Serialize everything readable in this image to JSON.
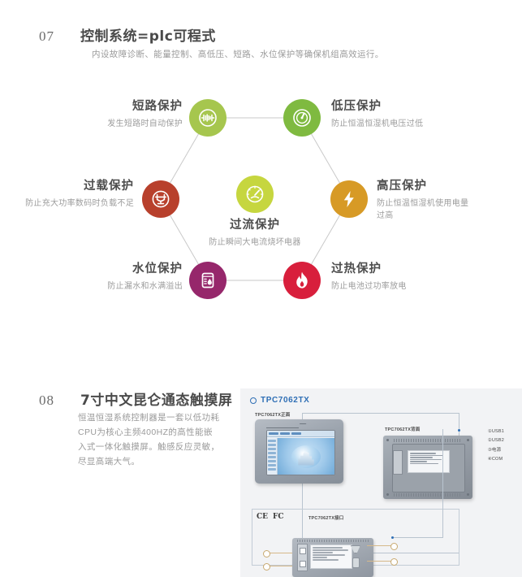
{
  "section07": {
    "number": "07",
    "title": "控制系统=plc可程式",
    "subtitle": "内设故障诊断、能量控制、高低压、短路、水位保护等确保机组高效运行。"
  },
  "diagram": {
    "center": {
      "title": "过流保护",
      "desc": "防止瞬间大电流烧坏电器",
      "color": "#c6d63f",
      "icon": "gauge-icon"
    },
    "nodes": [
      {
        "id": "short-circuit",
        "title": "短路保护",
        "desc": "发生短路时自动保护",
        "color": "#a6c64e",
        "icon": "pulse-icon"
      },
      {
        "id": "low-voltage",
        "title": "低压保护",
        "desc": "防止恒温恒湿机电压过低",
        "color": "#7fba40",
        "icon": "meter-icon"
      },
      {
        "id": "high-voltage",
        "title": "高压保护",
        "desc": "防止恒温恒湿机使用电量过高",
        "color": "#d79a26",
        "icon": "bolt-icon"
      },
      {
        "id": "overheat",
        "title": "过热保护",
        "desc": "防止电池过功率放电",
        "color": "#d81f3c",
        "icon": "flame-icon"
      },
      {
        "id": "water-level",
        "title": "水位保护",
        "desc": "防止漏水和水满溢出",
        "color": "#96276b",
        "icon": "tank-icon"
      },
      {
        "id": "overload",
        "title": "过载保护",
        "desc": "防止充大功率数码时负载不足",
        "color": "#b8402c",
        "icon": "overload-icon"
      }
    ]
  },
  "section08": {
    "number": "08",
    "title": "7寸中文昆仑通态触摸屏",
    "body": "恒温恒湿系统控制器是一套以低功耗CPU为核心主频400HZ的高性能嵌入式一体化触摸屏。触感反应灵敏，尽显高端大气。"
  },
  "product": {
    "model": "TPC7062TX",
    "caption_front": "TPC7062TX正面",
    "caption_back": "TPC7062TX背面",
    "caption_io": "TPC7062TX接口",
    "cert_ce": "CE",
    "cert_fc": "FC",
    "legend": [
      "①USB1",
      "②USB2",
      "③电源",
      "④COM"
    ]
  }
}
